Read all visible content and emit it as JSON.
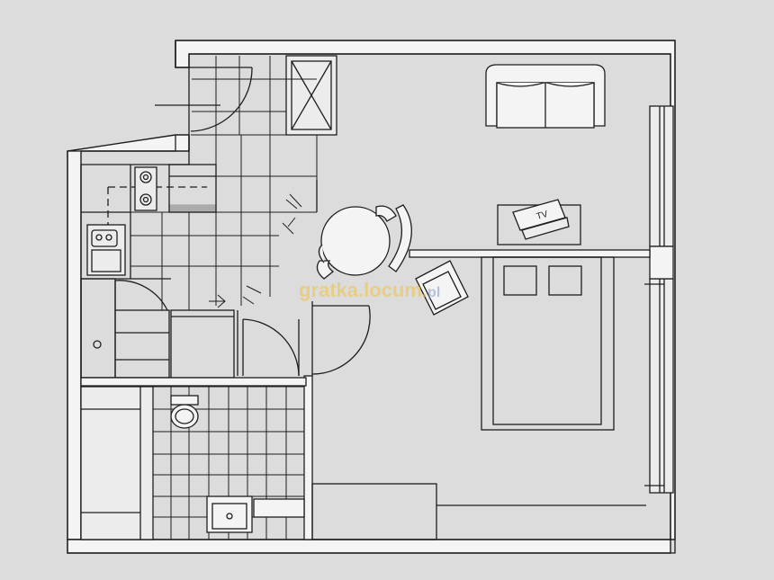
{
  "watermark": {
    "brand": "gratka.locum.",
    "suffix": "pl",
    "color": "#f0c33c"
  },
  "tv_label": "TV",
  "colors": {
    "paper": "#dcdcdc",
    "wall_fill": "#f6f6f6",
    "line": "#1e1e1e"
  }
}
